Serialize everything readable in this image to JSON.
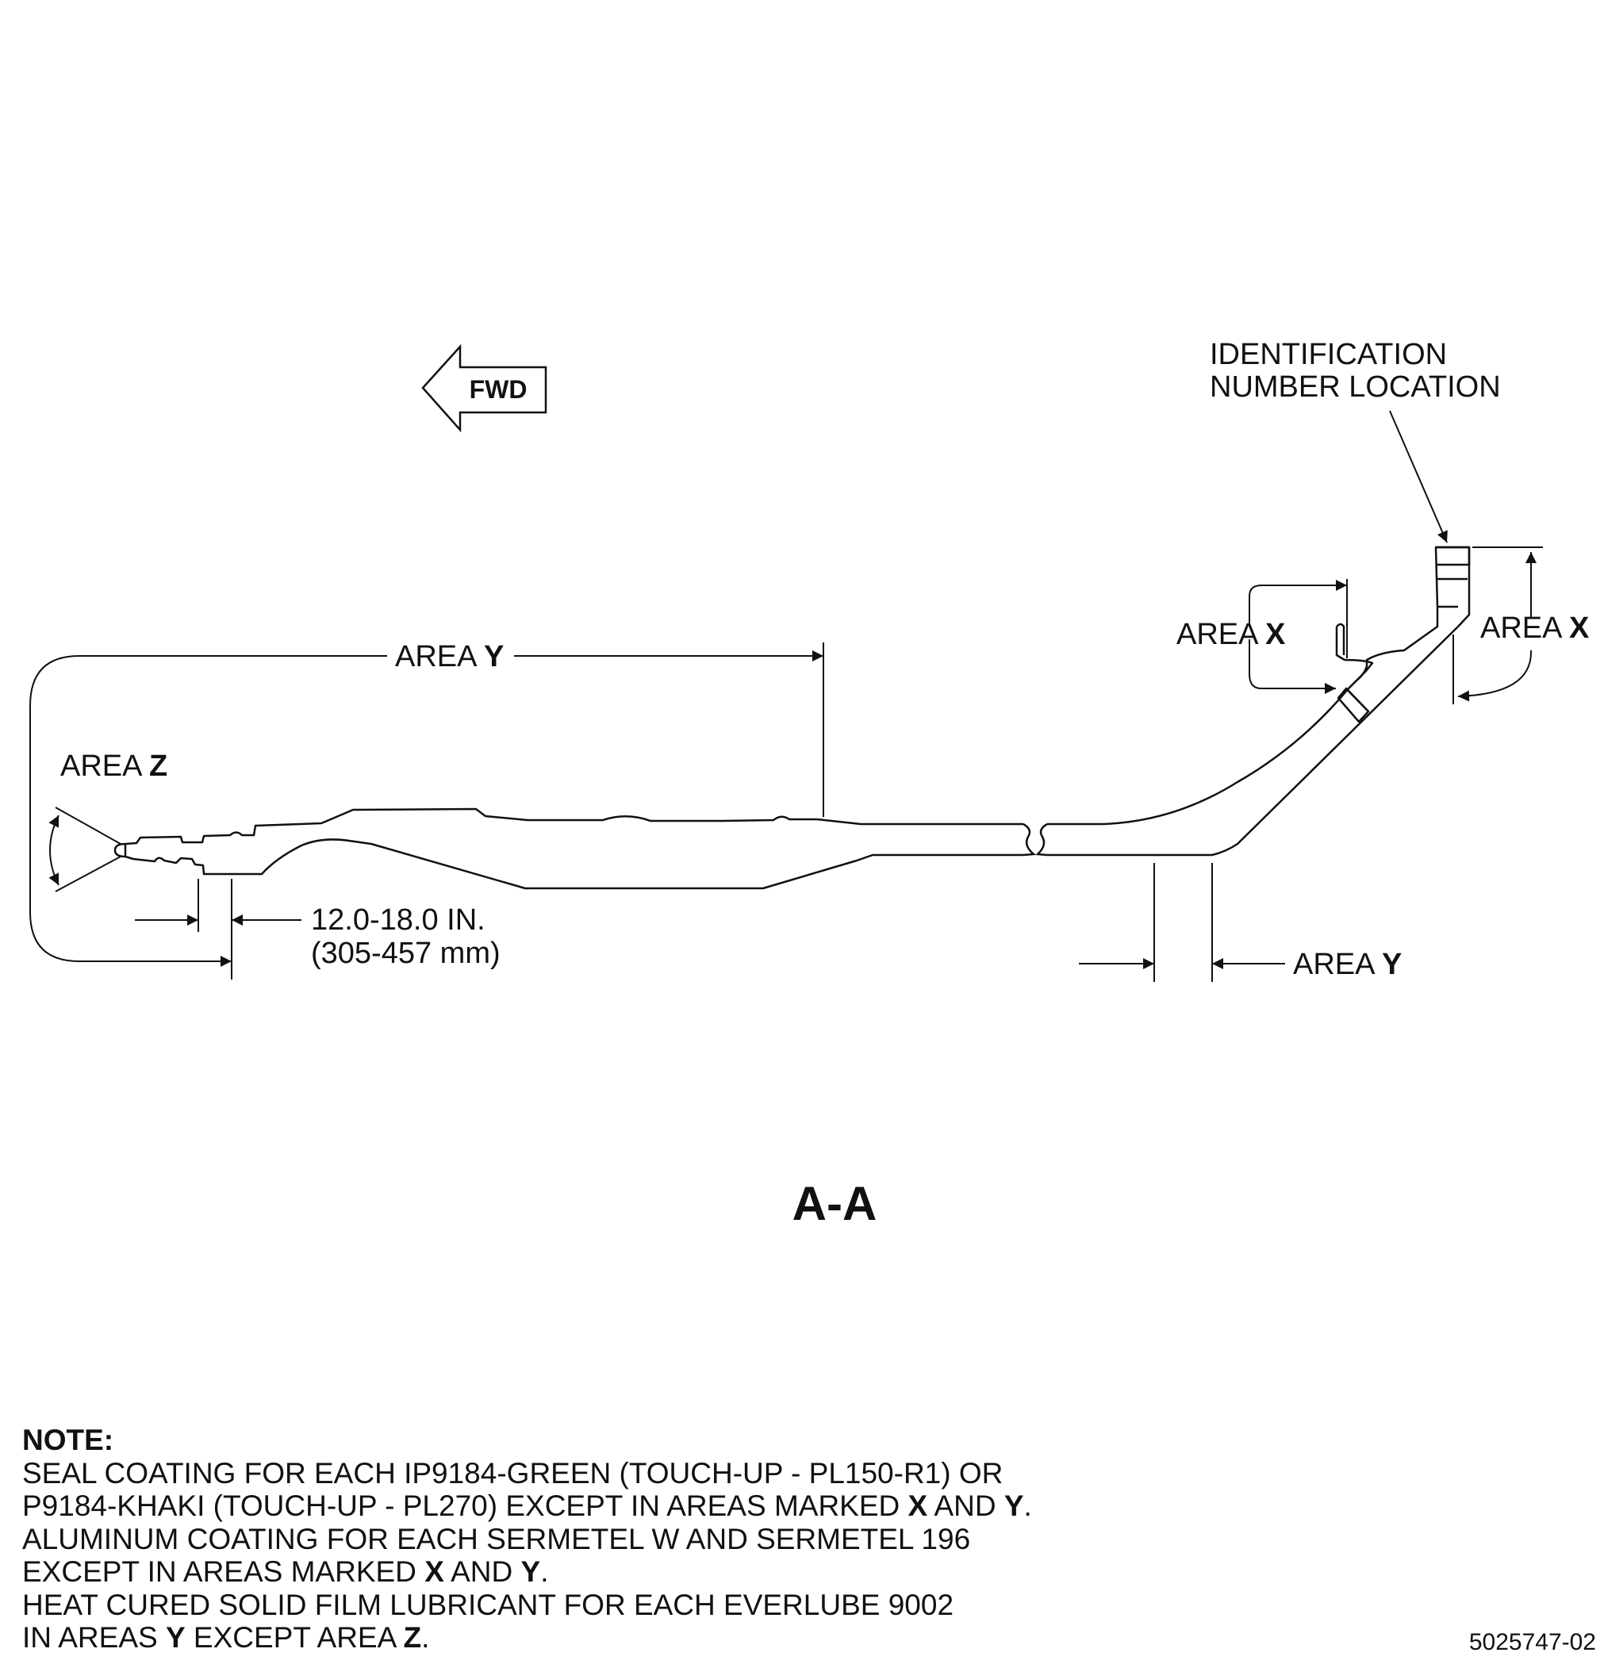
{
  "figure": {
    "section_title": "A-A",
    "forward_label": "FWD",
    "id_callout": [
      "IDENTIFICATION",
      "NUMBER LOCATION"
    ],
    "area_prefix": "AREA",
    "area_y_top": "Y",
    "area_z": "Z",
    "area_x_left": "X",
    "area_x_right": "X",
    "area_y_bottom": "Y",
    "dimension": [
      "12.0-18.0 IN.",
      "(305-457 mm)"
    ]
  },
  "note": {
    "heading": "NOTE:",
    "l1": "SEAL COATING FOR EACH IP9184-GREEN (TOUCH-UP - PL150-R1) OR",
    "l2a": "P9184-KHAKI (TOUCH-UP - PL270) EXCEPT IN AREAS MARKED ",
    "l2x": "X",
    "l2b": " AND ",
    "l2y": "Y",
    "l2c": ".",
    "l3": "ALUMINUM COATING FOR EACH SERMETEL W AND SERMETEL 196",
    "l4a": "EXCEPT IN AREAS MARKED ",
    "l4x": "X",
    "l4b": " AND ",
    "l4y": "Y",
    "l4c": ".",
    "l5": "HEAT CURED SOLID FILM LUBRICANT FOR EACH EVERLUBE 9002",
    "l6a": "IN AREAS ",
    "l6y": "Y",
    "l6b": " EXCEPT AREA ",
    "l6z": "Z",
    "l6c": "."
  },
  "document_number": "5025747-02"
}
